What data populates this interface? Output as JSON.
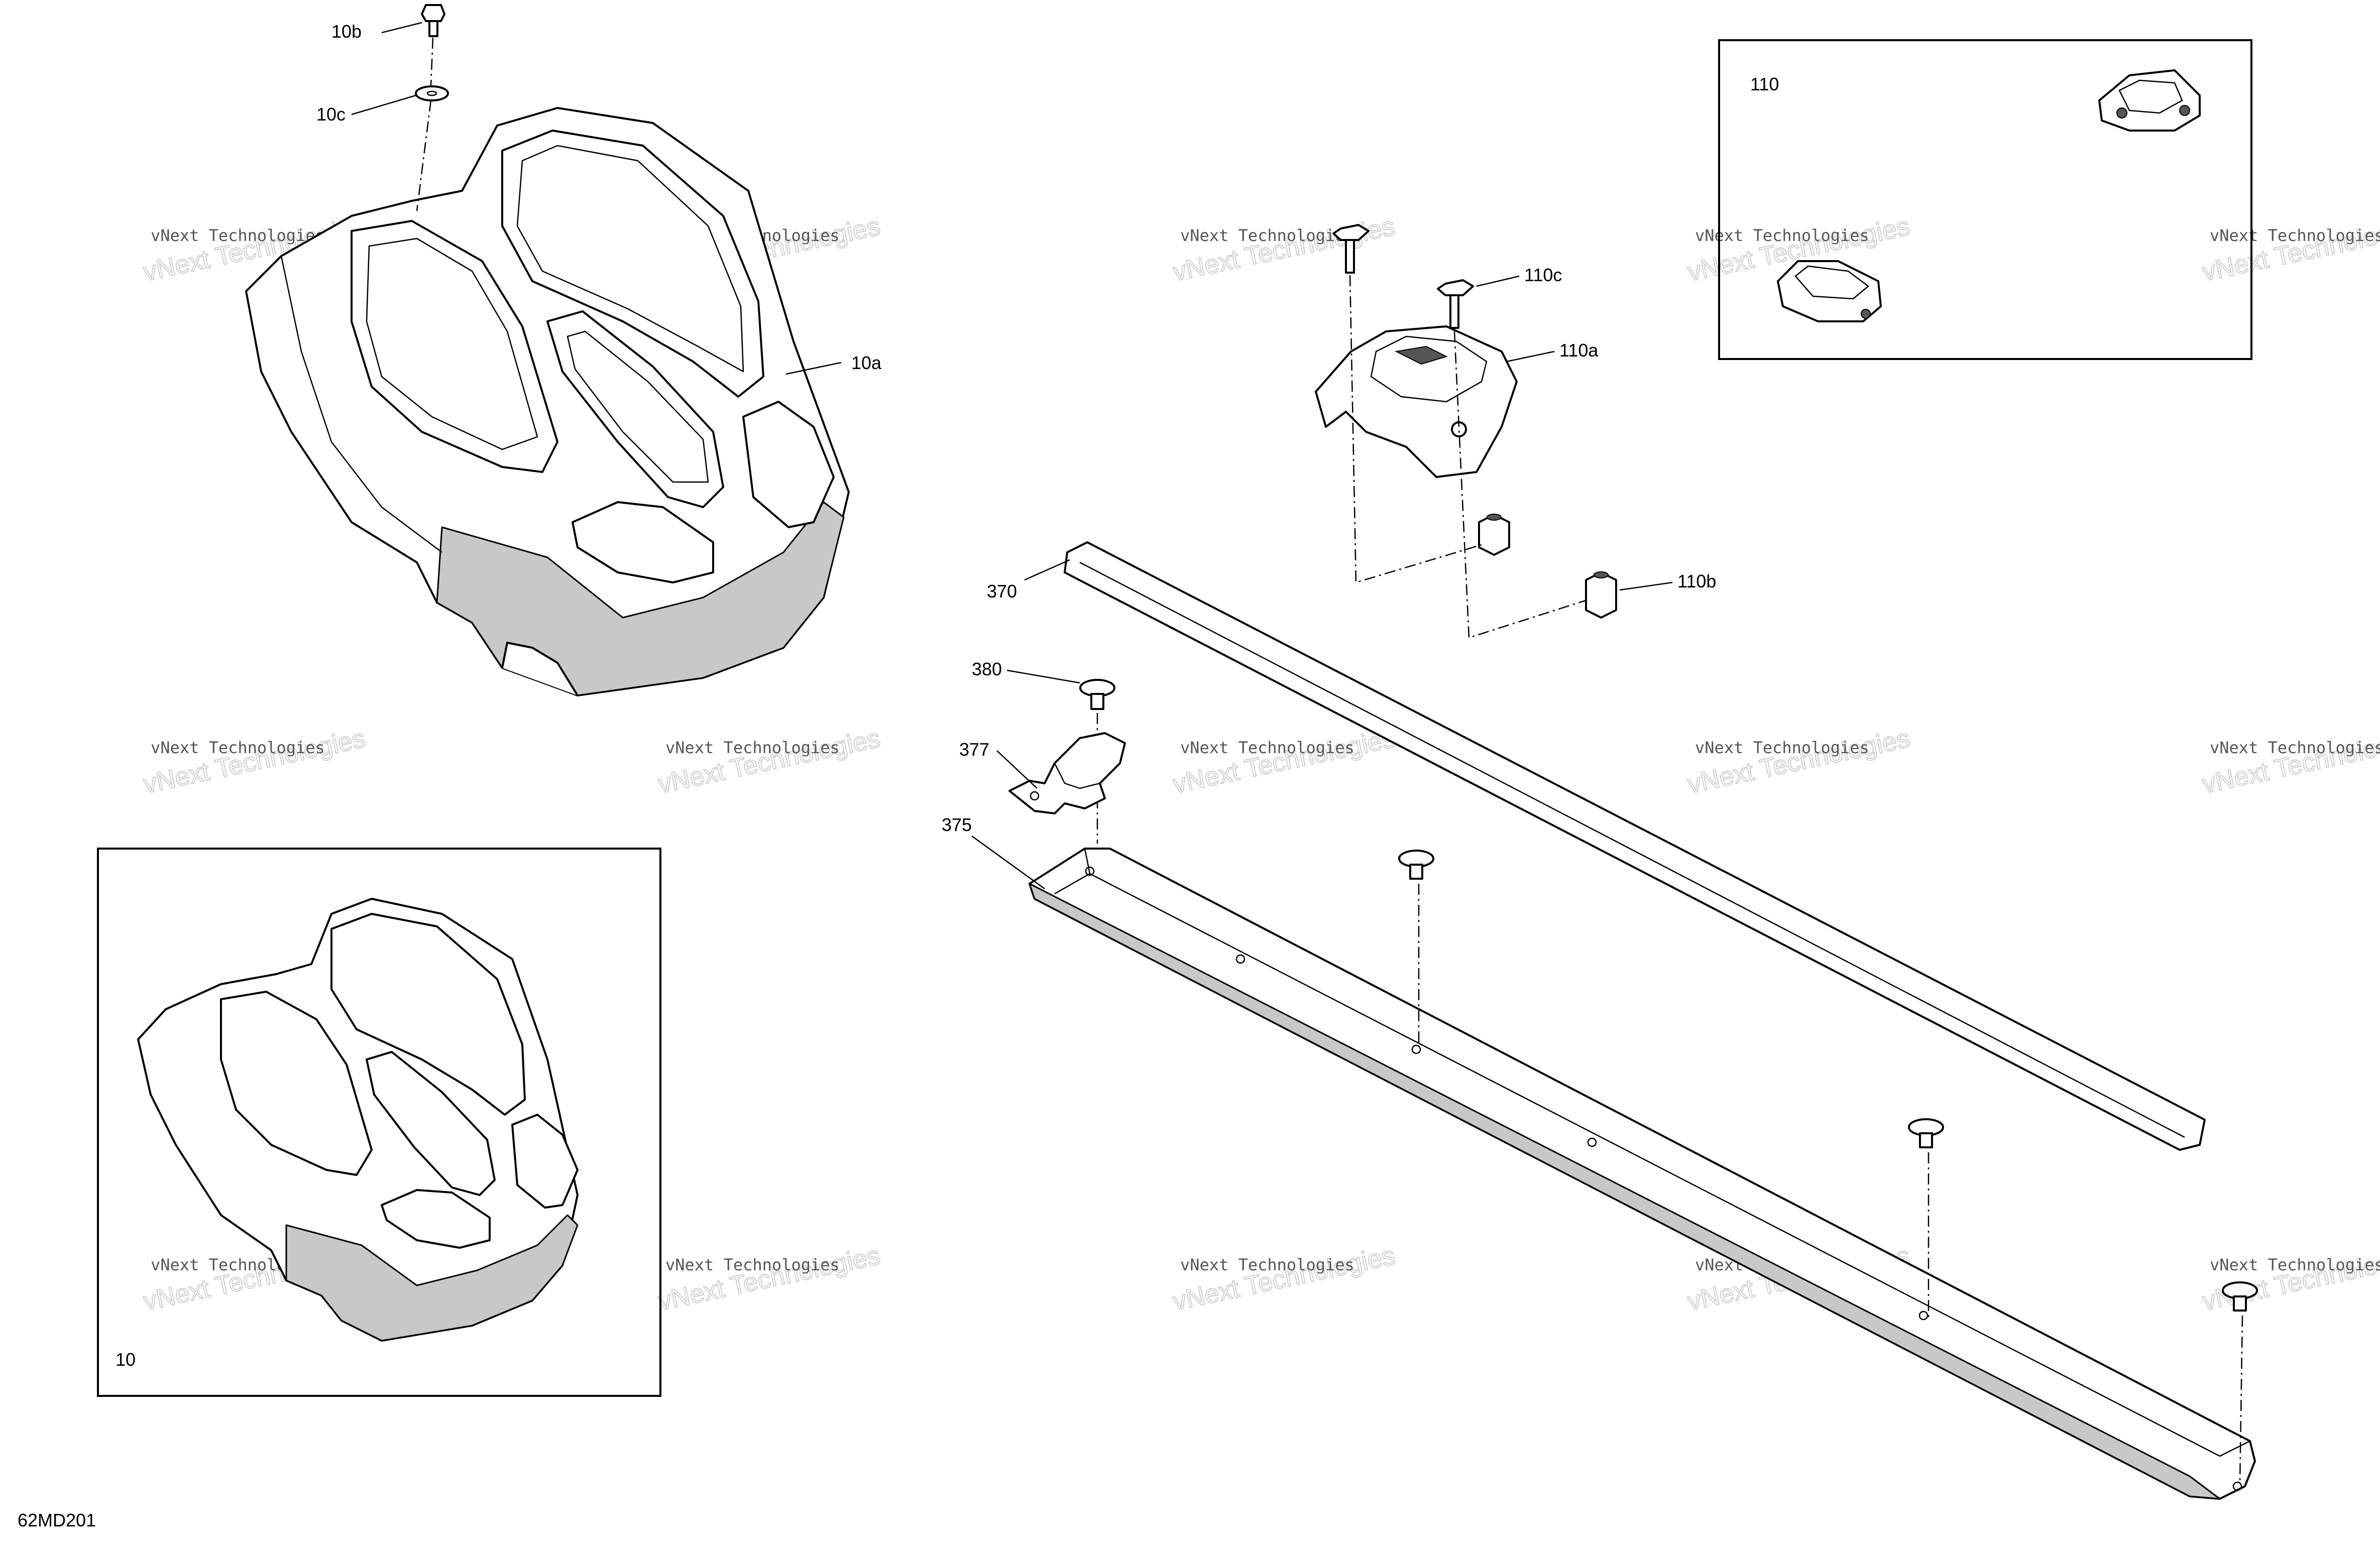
{
  "diagram_code": "62MD201",
  "watermark": {
    "line1": "vNext Technologies",
    "line2": "vNext Technologies"
  },
  "callouts": {
    "c10": "10",
    "c10a": "10a",
    "c10b": "10b",
    "c10c": "10c",
    "c110": "110",
    "c110a": "110a",
    "c110b": "110b",
    "c110c": "110c",
    "c370": "370",
    "c375": "375",
    "c377": "377",
    "c380": "380"
  },
  "colors": {
    "line": "#000000",
    "shade": "#c8c8c8",
    "watermark": "#d0d0d0"
  }
}
